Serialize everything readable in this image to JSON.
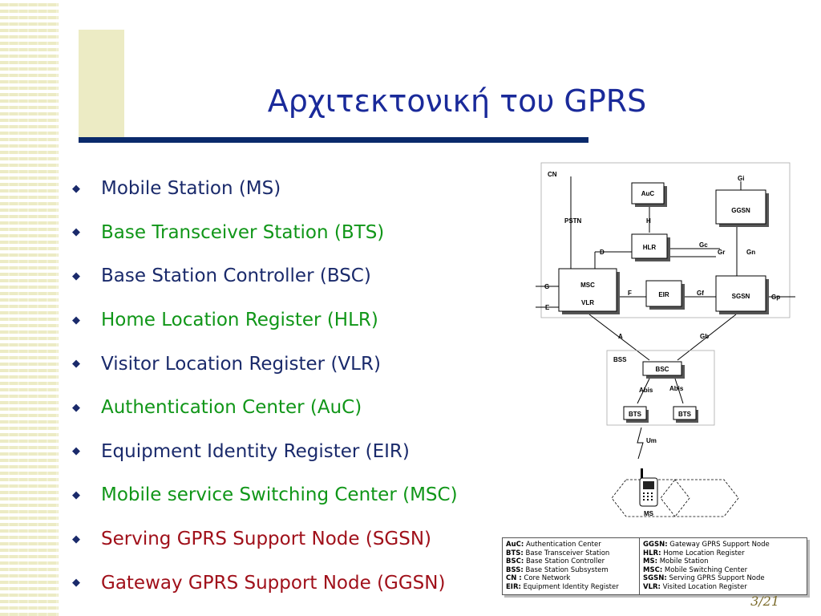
{
  "title": "Αρχιτεκτονική του GPRS",
  "bullets": [
    {
      "text": "Mobile Station (MS)",
      "color": "#1a2a6b"
    },
    {
      "text": "Base Transceiver Station (BTS)",
      "color": "#109618"
    },
    {
      "text": "Base Station Controller (BSC)",
      "color": "#1a2a6b"
    },
    {
      "text": "Home Location Register (HLR)",
      "color": "#109618"
    },
    {
      "text": "Visitor Location Register (VLR)",
      "color": "#1a2a6b"
    },
    {
      "text": "Authentication Center (AuC)",
      "color": "#109618"
    },
    {
      "text": "Equipment Identity Register (EIR)",
      "color": "#1a2a6b"
    },
    {
      "text": "Mobile service Switching Center (MSC)",
      "color": "#109618"
    },
    {
      "text": "Serving GPRS Support Node (SGSN)",
      "color": "#a0101a"
    },
    {
      "text": "Gateway GPRS Support Node (GGSN)",
      "color": "#a0101a"
    }
  ],
  "diagram": {
    "cn_label": "CN",
    "bss_label": "BSS",
    "nodes": {
      "auc": "AuC",
      "hlr": "HLR",
      "ggsn": "GGSN",
      "msc": "MSC",
      "vlr": "VLR",
      "eir": "EIR",
      "sgsn": "SGSN",
      "bsc": "BSC",
      "bts1": "BTS",
      "bts2": "BTS",
      "ms": "MS"
    },
    "interfaces": {
      "gi": "Gi",
      "pstn": "PSTN",
      "h": "H",
      "d": "D",
      "gc": "Gc",
      "gr": "Gr",
      "gn": "Gn",
      "g": "G",
      "e": "E",
      "f": "F",
      "gf": "Gf",
      "gp": "Gp",
      "a": "A",
      "gb": "Gb",
      "abis1": "Abis",
      "abis2": "Abis",
      "um": "Um"
    }
  },
  "legend_left": [
    {
      "abbr": "AuC:",
      "desc": "Authentication Center"
    },
    {
      "abbr": "BTS:",
      "desc": "Base Transceiver Station"
    },
    {
      "abbr": "BSC:",
      "desc": "Base Station Controller"
    },
    {
      "abbr": "BSS:",
      "desc": "Base Station Subsystem"
    },
    {
      "abbr": "CN :",
      "desc": "Core Network"
    },
    {
      "abbr": "EIR:",
      "desc": "Equipment Identity Register"
    }
  ],
  "legend_right": [
    {
      "abbr": "GGSN:",
      "desc": "Gateway GPRS Support Node"
    },
    {
      "abbr": "HLR:",
      "desc": "Home Location Register"
    },
    {
      "abbr": "MS:",
      "desc": "Mobile Station"
    },
    {
      "abbr": "MSC:",
      "desc": "Mobile Switching Center"
    },
    {
      "abbr": "SGSN:",
      "desc": "Serving GPRS Support Node"
    },
    {
      "abbr": "VLR:",
      "desc": "Visited Location Register"
    }
  ],
  "page_number": "3/21"
}
